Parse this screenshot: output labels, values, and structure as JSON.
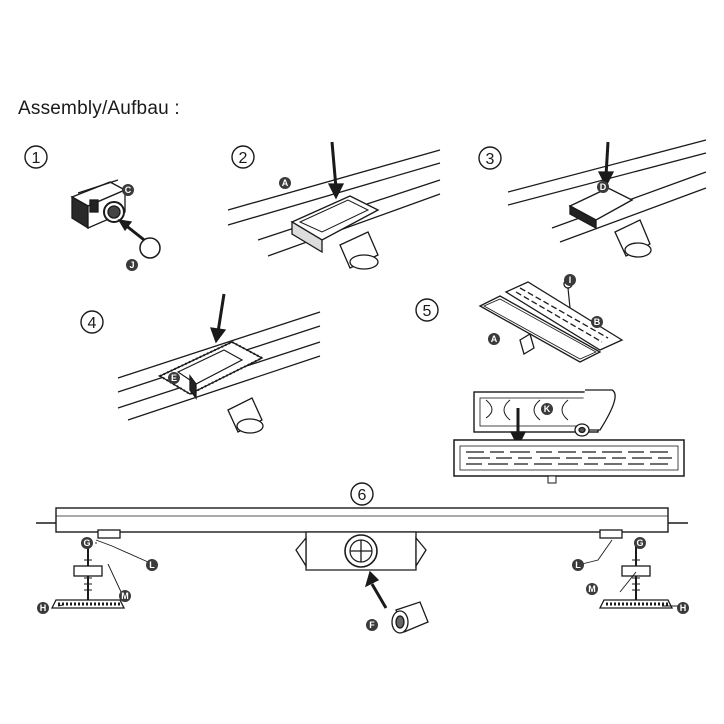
{
  "title": "Assembly/Aufbau :",
  "steps": [
    "1",
    "2",
    "3",
    "4",
    "5",
    "6"
  ],
  "parts": {
    "A": "A",
    "B": "B",
    "C": "C",
    "D": "D",
    "E": "E",
    "F": "F",
    "G": "G",
    "H": "H",
    "I": "I",
    "J": "J",
    "K": "K",
    "L": "L",
    "M": "M"
  },
  "colors": {
    "ink": "#1a1a1a",
    "badge": "#3a3a3a",
    "badge_text": "#ffffff",
    "paper": "#ffffff"
  }
}
